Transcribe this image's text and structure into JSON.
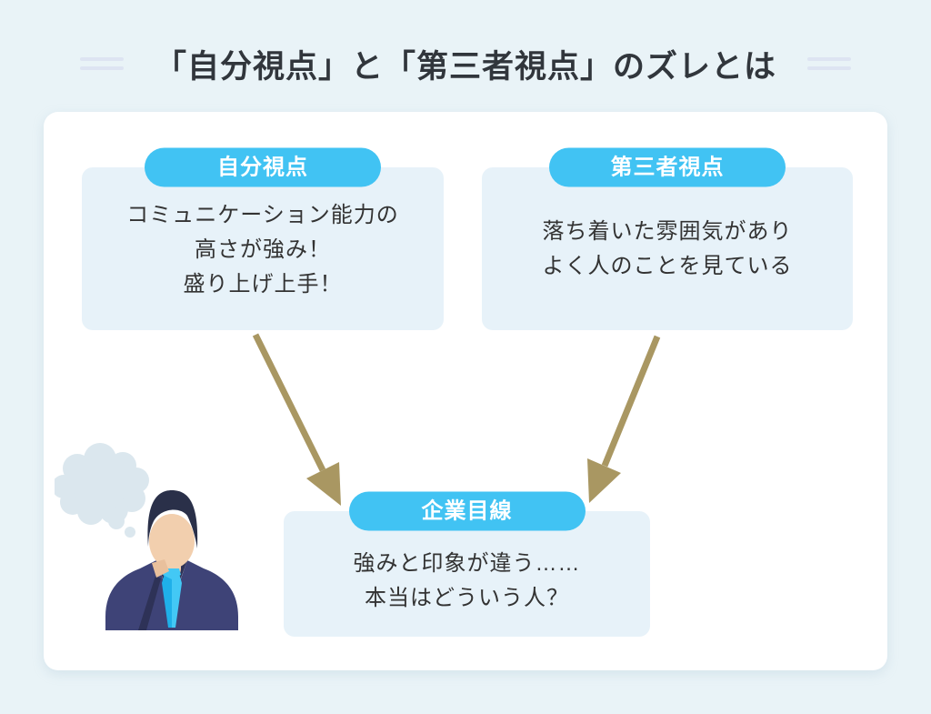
{
  "title": {
    "text": "「自分視点」と「第三者視点」のズレとは"
  },
  "cards": {
    "self": {
      "badge": "自分視点",
      "lines": [
        "コミュニケーション能力の",
        "高さが強み！",
        "盛り上げ上手！"
      ]
    },
    "third": {
      "badge": "第三者視点",
      "lines": [
        "落ち着いた雰囲気があり",
        "よく人のことを見ている"
      ]
    },
    "company": {
      "badge": "企業目線",
      "lines": [
        "強みと印象が違う……",
        "本当はどういう人？"
      ]
    }
  },
  "icons": {
    "arrows": "gold-converging-arrows",
    "person": "businessman-thinking-illustration",
    "bubble": "thought-bubble-icon",
    "title_decor": "double-line-ornament"
  },
  "colors": {
    "page_bg": "#e9f3f7",
    "panel_bg": "#ffffff",
    "card_bg": "#e7f2f9",
    "badge_blue": "#41c3f3",
    "badge_text": "#ffffff",
    "text_dark": "#333333",
    "arrow_gold": "#a99762",
    "decor_line": "#dde4f2",
    "bubble": "#dbe7ee",
    "hair": "#2a3049",
    "skin": "#f2cfae",
    "skin_shade": "#e9c09c",
    "suit": "#3e4377",
    "suit_dark": "#2e3257",
    "shirt": "#ffffff",
    "tie_light": "#43c8f5",
    "tie_dark": "#1fb0e9"
  }
}
